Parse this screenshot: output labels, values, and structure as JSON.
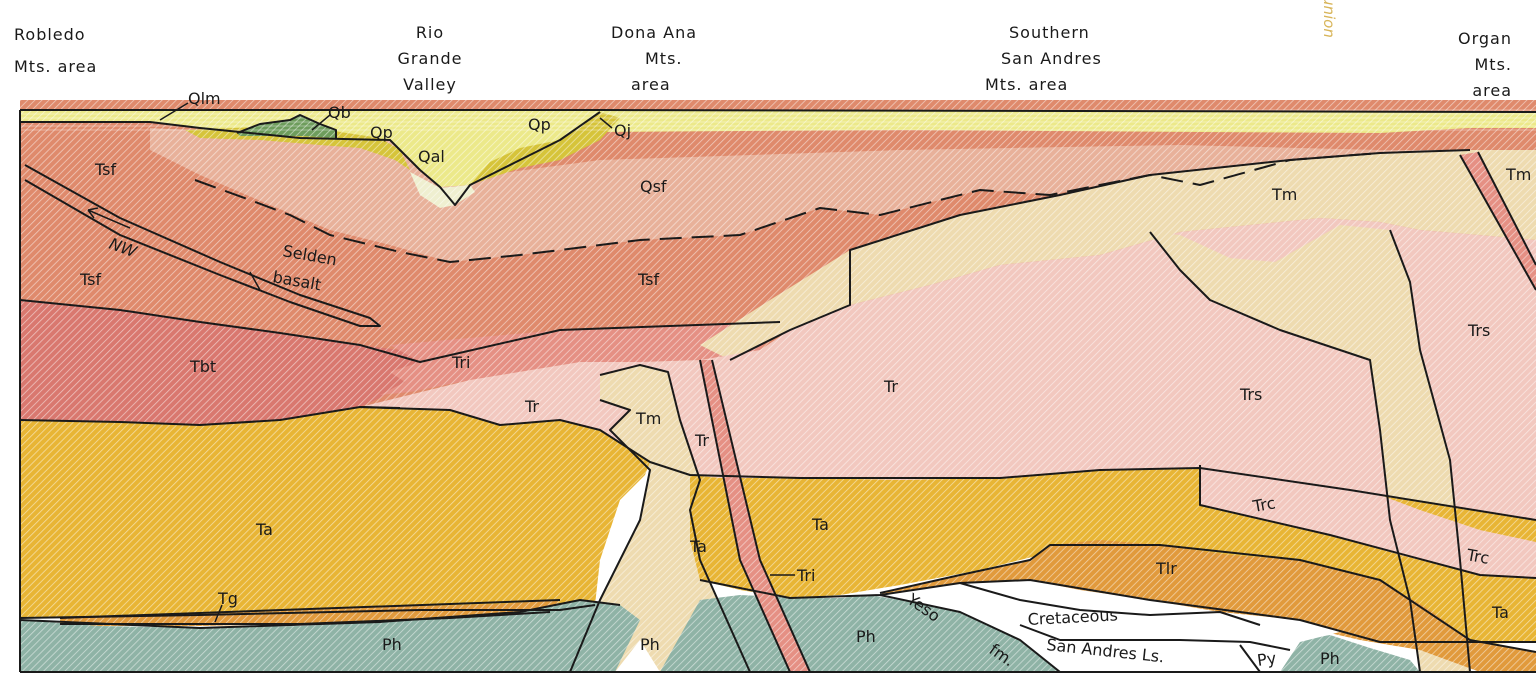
{
  "headers": {
    "robledo": [
      "Robledo",
      "Mts. area"
    ],
    "rio_grande": [
      "Rio",
      "Grande",
      "Valley"
    ],
    "dona_ana": [
      "Dona Ana",
      "Mts.",
      "area"
    ],
    "san_andres": [
      "Southern",
      "San Andres",
      "Mts. area"
    ],
    "organ": [
      "Organ",
      "Mts.",
      "area"
    ]
  },
  "watermark": "union",
  "labels": {
    "qlm": "Qlm",
    "qb": "Qb",
    "qp_left": "Qp",
    "qp_right": "Qp",
    "qal": "Qal",
    "qj": "Qj",
    "qsf": "Qsf",
    "tsf_top": "Tsf",
    "tsf_left": "Tsf",
    "tsf_center": "Tsf",
    "nw": "NW",
    "selden_1": "Selden",
    "selden_2": "basalt",
    "tbt": "Tbt",
    "tri_upper": "Tri",
    "tri_lower": "Tri",
    "tr_left": "Tr",
    "tr_small": "Tr",
    "tr_center": "Tr",
    "tm_center": "Tm",
    "tm_right": "Tm",
    "tm_edge": "Tm",
    "trs_center": "Trs",
    "trs_right": "Trs",
    "trc_1": "Trc",
    "trc_2": "Trc",
    "ta_left": "Ta",
    "ta_mid": "Ta",
    "ta_center": "Ta",
    "ta_right": "Ta",
    "tlr": "Tlr",
    "tg": "Tg",
    "ph_1": "Ph",
    "ph_2": "Ph",
    "ph_3": "Ph",
    "ph_4": "Ph",
    "py": "Py",
    "yeso_1": "Yeso",
    "yeso_2": "fm.",
    "cretaceous": "Cretaceous",
    "san_andres_ls": "San Andres Ls."
  },
  "colors": {
    "alluvium": "#ece98a",
    "qp_fill": "#d6c43a",
    "qb_fill": "#6e9d5c",
    "santa_fe": "#df8a6c",
    "qsf": "#e8b19a",
    "tbt": "#d9786f",
    "rhyolite": "#f2c8bf",
    "monzonite": "#eedbb0",
    "andesite": "#e8b535",
    "tlr": "#e19a3c",
    "ph": "#8fb3a6",
    "white": "#ffffff",
    "line": "#1a1a1a"
  }
}
